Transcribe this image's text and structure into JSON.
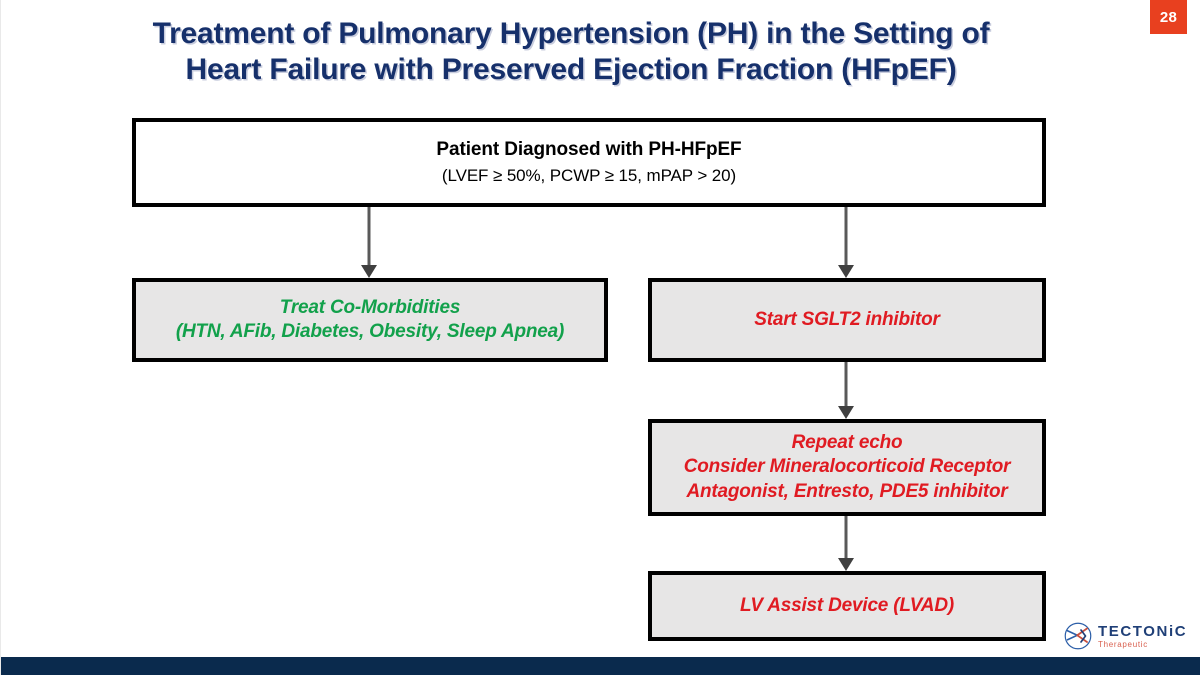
{
  "slide": {
    "page_number": "28",
    "title_line_1": "Treatment of Pulmonary Hypertension (PH) in the Setting of",
    "title_line_2": "Heart Failure with Preserved Ejection Fraction (HFpEF)",
    "title_color": "#16306b",
    "background_color": "#ffffff",
    "badge_color": "#e8401f",
    "bottom_bar_color": "#0a2a4d"
  },
  "flowchart": {
    "diagnosis_box": {
      "heading": "Patient Diagnosed with PH-HFpEF",
      "criteria": "(LVEF ≥ 50%, PCWP ≥ 15, mPAP > 20)",
      "fill": "#ffffff",
      "border": "#000000"
    },
    "comorbidities_box": {
      "line_1": "Treat Co-Morbidities",
      "line_2": "(HTN, AFib, Diabetes, Obesity, Sleep Apnea)",
      "text_color": "#12a14b",
      "fill": "#e7e6e6"
    },
    "sglt2_box": {
      "line_1": "Start SGLT2 inhibitor",
      "text_color": "#e01b22",
      "fill": "#e7e6e6"
    },
    "repeat_echo_box": {
      "line_1": "Repeat echo",
      "line_2": "Consider Mineralocorticoid Receptor",
      "line_3": "Antagonist, Entresto, PDE5 inhibitor",
      "text_color": "#e01b22",
      "fill": "#e7e6e6"
    },
    "lvad_box": {
      "line_1": "LV Assist Device (LVAD)",
      "text_color": "#e01b22",
      "fill": "#e7e6e6"
    },
    "connectors": [
      {
        "name": "diagnosis-to-comorbidities",
        "direction": "down"
      },
      {
        "name": "diagnosis-to-sglt2",
        "direction": "down"
      },
      {
        "name": "sglt2-to-repeat-echo",
        "direction": "down"
      },
      {
        "name": "repeat-echo-to-lvad",
        "direction": "down"
      }
    ]
  },
  "logo": {
    "name": "TECTONiC",
    "tagline": "Therapeutic",
    "name_color": "#1f3f77",
    "tagline_color": "#d9604f"
  }
}
